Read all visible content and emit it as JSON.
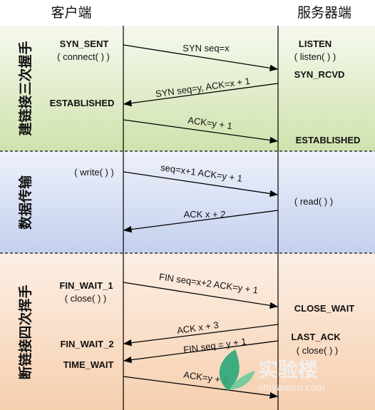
{
  "columns": {
    "client": "客户端",
    "server": "服务器端"
  },
  "phases": [
    {
      "label": "建链接三次握手",
      "color_top": "#f6f9ef",
      "color_bottom": "#cfe2ad"
    },
    {
      "label": "数据传输",
      "color_top": "#eef1fa",
      "color_bottom": "#c3d0ee"
    },
    {
      "label": "断链接四次挥手",
      "color_top": "#fcefe5",
      "color_bottom": "#f6cfae"
    }
  ],
  "client_labels": {
    "syn_sent": "SYN_SENT",
    "connect": "( connect( ) )",
    "established": "ESTABLISHED",
    "write": "( write( ) )",
    "fin_wait_1": "FIN_WAIT_1",
    "close": "( close( ) )",
    "fin_wait_2": "FIN_WAIT_2",
    "time_wait": "TIME_WAIT"
  },
  "server_labels": {
    "listen": "LISTEN",
    "listen_call": "( listen( ) )",
    "syn_rcvd": "SYN_RCVD",
    "established": "ESTABLISHED",
    "read": "( read( ) )",
    "close_wait": "CLOSE_WAIT",
    "last_ack": "LAST_ACK",
    "close": "( close( ) )"
  },
  "messages": [
    "SYN seq=x",
    "SYN seq=y, ACK=x + 1",
    "ACK=y + 1",
    "seq=x+1 ACK=y + 1",
    "ACK x + 2",
    "FIN seq=x+2 ACK=y + 1",
    "ACK x + 3",
    "FIN seq = y + 1",
    "ACK=y + 2"
  ],
  "watermark": {
    "text_cn": "实验楼",
    "text_en": "shiyanlou.com",
    "color": "#2aa87a"
  }
}
